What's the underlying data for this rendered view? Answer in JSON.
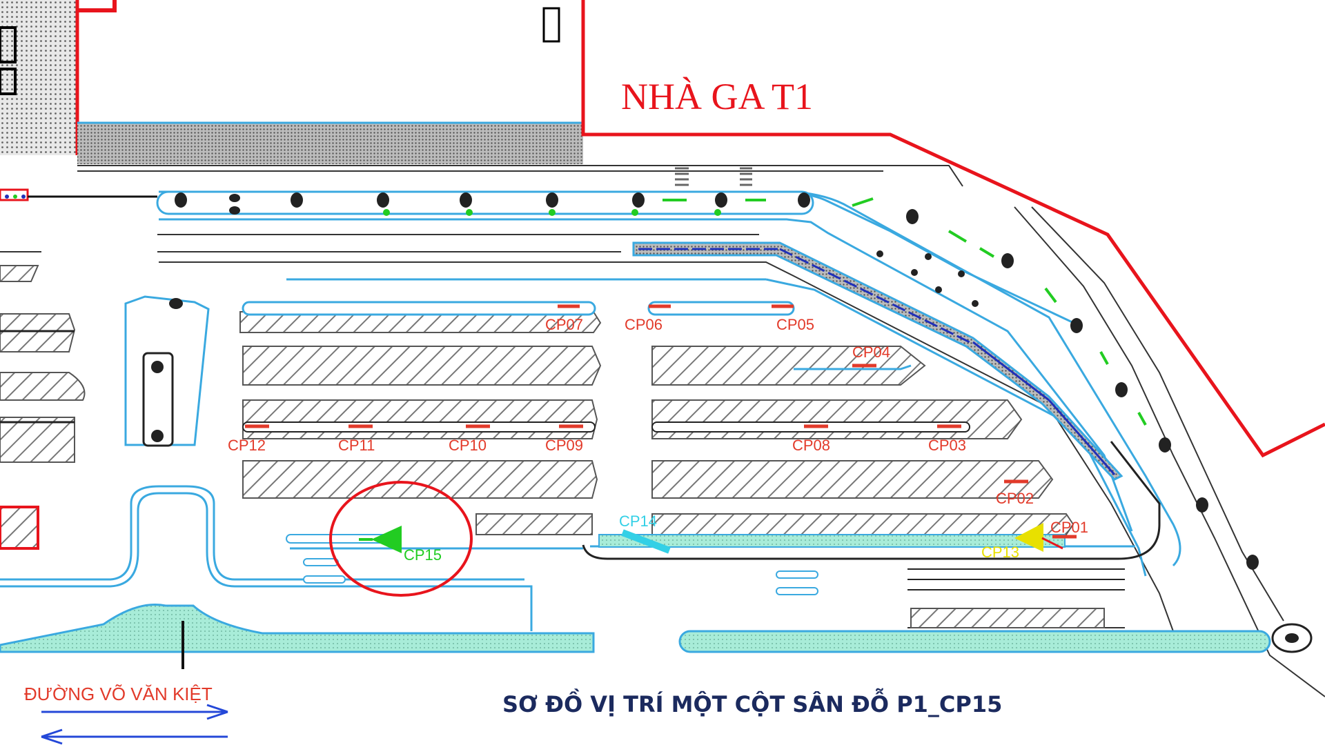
{
  "map": {
    "terminal_label": "NHÀ GA T1",
    "road_label": "ĐƯỜNG VÕ VĂN KIỆT",
    "caption": "SƠ ĐỒ VỊ TRÍ MỘT CỘT SÂN ĐỖ P1_CP15",
    "highlighted_stand": "CP15",
    "colors": {
      "boundary": "#e8141c",
      "curb": "#3aa9e0",
      "label_red": "#e23a2a",
      "highlight_green": "#22cc22",
      "highlight_yellow": "#e8e000",
      "highlight_cyan": "#33d0e6",
      "navy": "#1b2a5e",
      "grass": "#a8ecd8"
    },
    "stands": [
      {
        "id": "cp07",
        "label": "CP07",
        "color": "red"
      },
      {
        "id": "cp06",
        "label": "CP06",
        "color": "red"
      },
      {
        "id": "cp05",
        "label": "CP05",
        "color": "red"
      },
      {
        "id": "cp04",
        "label": "CP04",
        "color": "red"
      },
      {
        "id": "cp12",
        "label": "CP12",
        "color": "red"
      },
      {
        "id": "cp11",
        "label": "CP11",
        "color": "red"
      },
      {
        "id": "cp10",
        "label": "CP10",
        "color": "red"
      },
      {
        "id": "cp09",
        "label": "CP09",
        "color": "red"
      },
      {
        "id": "cp08",
        "label": "CP08",
        "color": "red"
      },
      {
        "id": "cp03",
        "label": "CP03",
        "color": "red"
      },
      {
        "id": "cp02",
        "label": "CP02",
        "color": "red"
      },
      {
        "id": "cp01",
        "label": "CP01",
        "color": "red"
      },
      {
        "id": "cp14",
        "label": "CP14",
        "color": "cyan"
      },
      {
        "id": "cp13",
        "label": "CP13",
        "color": "yellow"
      },
      {
        "id": "cp15",
        "label": "CP15",
        "color": "green"
      }
    ],
    "icons": [
      "arrow-right-icon",
      "arrow-left-icon",
      "pole-marker-icon",
      "triangle-marker-icon"
    ]
  }
}
